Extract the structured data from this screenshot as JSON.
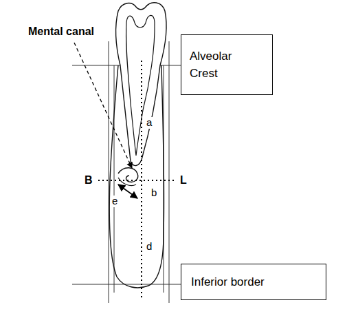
{
  "diagram": {
    "nodes": [
      {
        "text": [
          "Alveolar Crest"
        ]
      },
      {
        "text": [
          "Inferior border"
        ]
      }
    ],
    "labels": [
      "Mental canal",
      "a",
      "B",
      "L",
      "b",
      "e",
      "d"
    ]
  }
}
